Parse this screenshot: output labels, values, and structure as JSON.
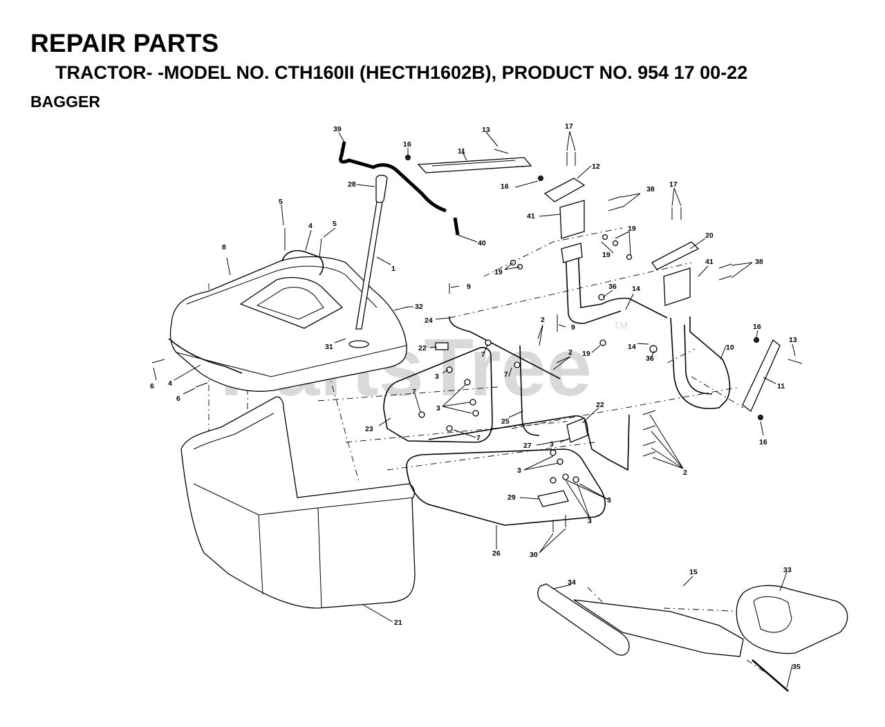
{
  "header": {
    "title": "REPAIR PARTS",
    "subtitle": "TRACTOR- -MODEL NO. CTH160II (HECTH1602B), PRODUCT NO. 954 17 00-22",
    "section": "BAGGER"
  },
  "watermark": {
    "text": "PartsTree",
    "tm": "TM"
  },
  "callouts": [
    {
      "id": "c39a",
      "text": "39"
    },
    {
      "id": "c13a",
      "text": "13"
    },
    {
      "id": "c17a",
      "text": "17"
    },
    {
      "id": "c16a",
      "text": "16"
    },
    {
      "id": "c11a",
      "text": "11"
    },
    {
      "id": "c12",
      "text": "12"
    },
    {
      "id": "c28",
      "text": "28"
    },
    {
      "id": "c16b",
      "text": "16"
    },
    {
      "id": "c38a",
      "text": "38"
    },
    {
      "id": "c17b",
      "text": "17"
    },
    {
      "id": "c5a",
      "text": "5"
    },
    {
      "id": "c41a",
      "text": "41"
    },
    {
      "id": "c4a",
      "text": "4"
    },
    {
      "id": "c5b",
      "text": "5"
    },
    {
      "id": "c40",
      "text": "40"
    },
    {
      "id": "c19a",
      "text": "19"
    },
    {
      "id": "c20",
      "text": "20"
    },
    {
      "id": "c8",
      "text": "8"
    },
    {
      "id": "c19b",
      "text": "19"
    },
    {
      "id": "c1",
      "text": "1"
    },
    {
      "id": "c19c",
      "text": "19"
    },
    {
      "id": "c41b",
      "text": "41"
    },
    {
      "id": "c38b",
      "text": "38"
    },
    {
      "id": "c9a",
      "text": "9"
    },
    {
      "id": "c36a",
      "text": "36"
    },
    {
      "id": "c14a",
      "text": "14"
    },
    {
      "id": "c32",
      "text": "32"
    },
    {
      "id": "c24",
      "text": "24"
    },
    {
      "id": "c2a",
      "text": "2"
    },
    {
      "id": "c9b",
      "text": "9"
    },
    {
      "id": "c31",
      "text": "31"
    },
    {
      "id": "c22a",
      "text": "22"
    },
    {
      "id": "c7a",
      "text": "7"
    },
    {
      "id": "c19d",
      "text": "19"
    },
    {
      "id": "c2b",
      "text": "2"
    },
    {
      "id": "c14b",
      "text": "14"
    },
    {
      "id": "c16c",
      "text": "16"
    },
    {
      "id": "c13b",
      "text": "13"
    },
    {
      "id": "c10",
      "text": "10"
    },
    {
      "id": "c36b",
      "text": "36"
    },
    {
      "id": "c6a",
      "text": "6"
    },
    {
      "id": "c4b",
      "text": "4"
    },
    {
      "id": "c3a",
      "text": "3"
    },
    {
      "id": "c7b",
      "text": "7"
    },
    {
      "id": "c11b",
      "text": "11"
    },
    {
      "id": "c6b",
      "text": "6"
    },
    {
      "id": "c7c",
      "text": "7"
    },
    {
      "id": "c3b",
      "text": "3"
    },
    {
      "id": "c23",
      "text": "23"
    },
    {
      "id": "c25",
      "text": "25"
    },
    {
      "id": "c22b",
      "text": "22"
    },
    {
      "id": "c7d",
      "text": "7"
    },
    {
      "id": "c27",
      "text": "27"
    },
    {
      "id": "c3c",
      "text": "3"
    },
    {
      "id": "c16d",
      "text": "16"
    },
    {
      "id": "c2c",
      "text": "2"
    },
    {
      "id": "c3d",
      "text": "3"
    },
    {
      "id": "c29",
      "text": "29"
    },
    {
      "id": "c3e",
      "text": "3"
    },
    {
      "id": "c3f",
      "text": "3"
    },
    {
      "id": "c26",
      "text": "26"
    },
    {
      "id": "c30",
      "text": "30"
    },
    {
      "id": "c15",
      "text": "15"
    },
    {
      "id": "c33",
      "text": "33"
    },
    {
      "id": "c34",
      "text": "34"
    },
    {
      "id": "c21",
      "text": "21"
    },
    {
      "id": "c35",
      "text": "35"
    }
  ]
}
